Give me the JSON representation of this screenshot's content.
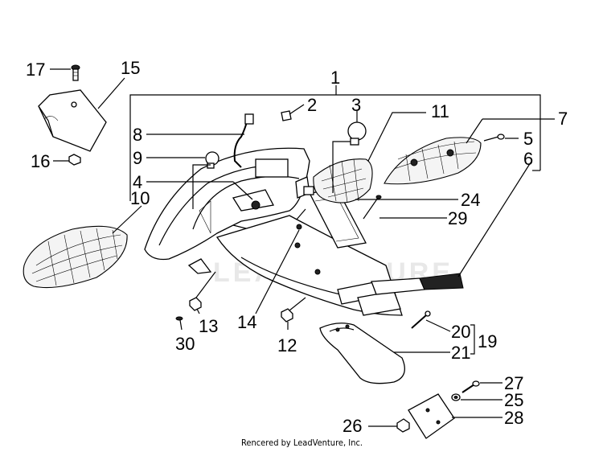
{
  "diagram": {
    "callouts": [
      "1",
      "2",
      "3",
      "4",
      "5",
      "6",
      "7",
      "8",
      "9",
      "10",
      "11",
      "12",
      "13",
      "14",
      "15",
      "16",
      "17",
      "19",
      "20",
      "21",
      "24",
      "25",
      "26",
      "27",
      "28",
      "29",
      "30"
    ],
    "footer": "Rencered by LeadVenture, Inc.",
    "watermark": "LEADVENTURE"
  }
}
